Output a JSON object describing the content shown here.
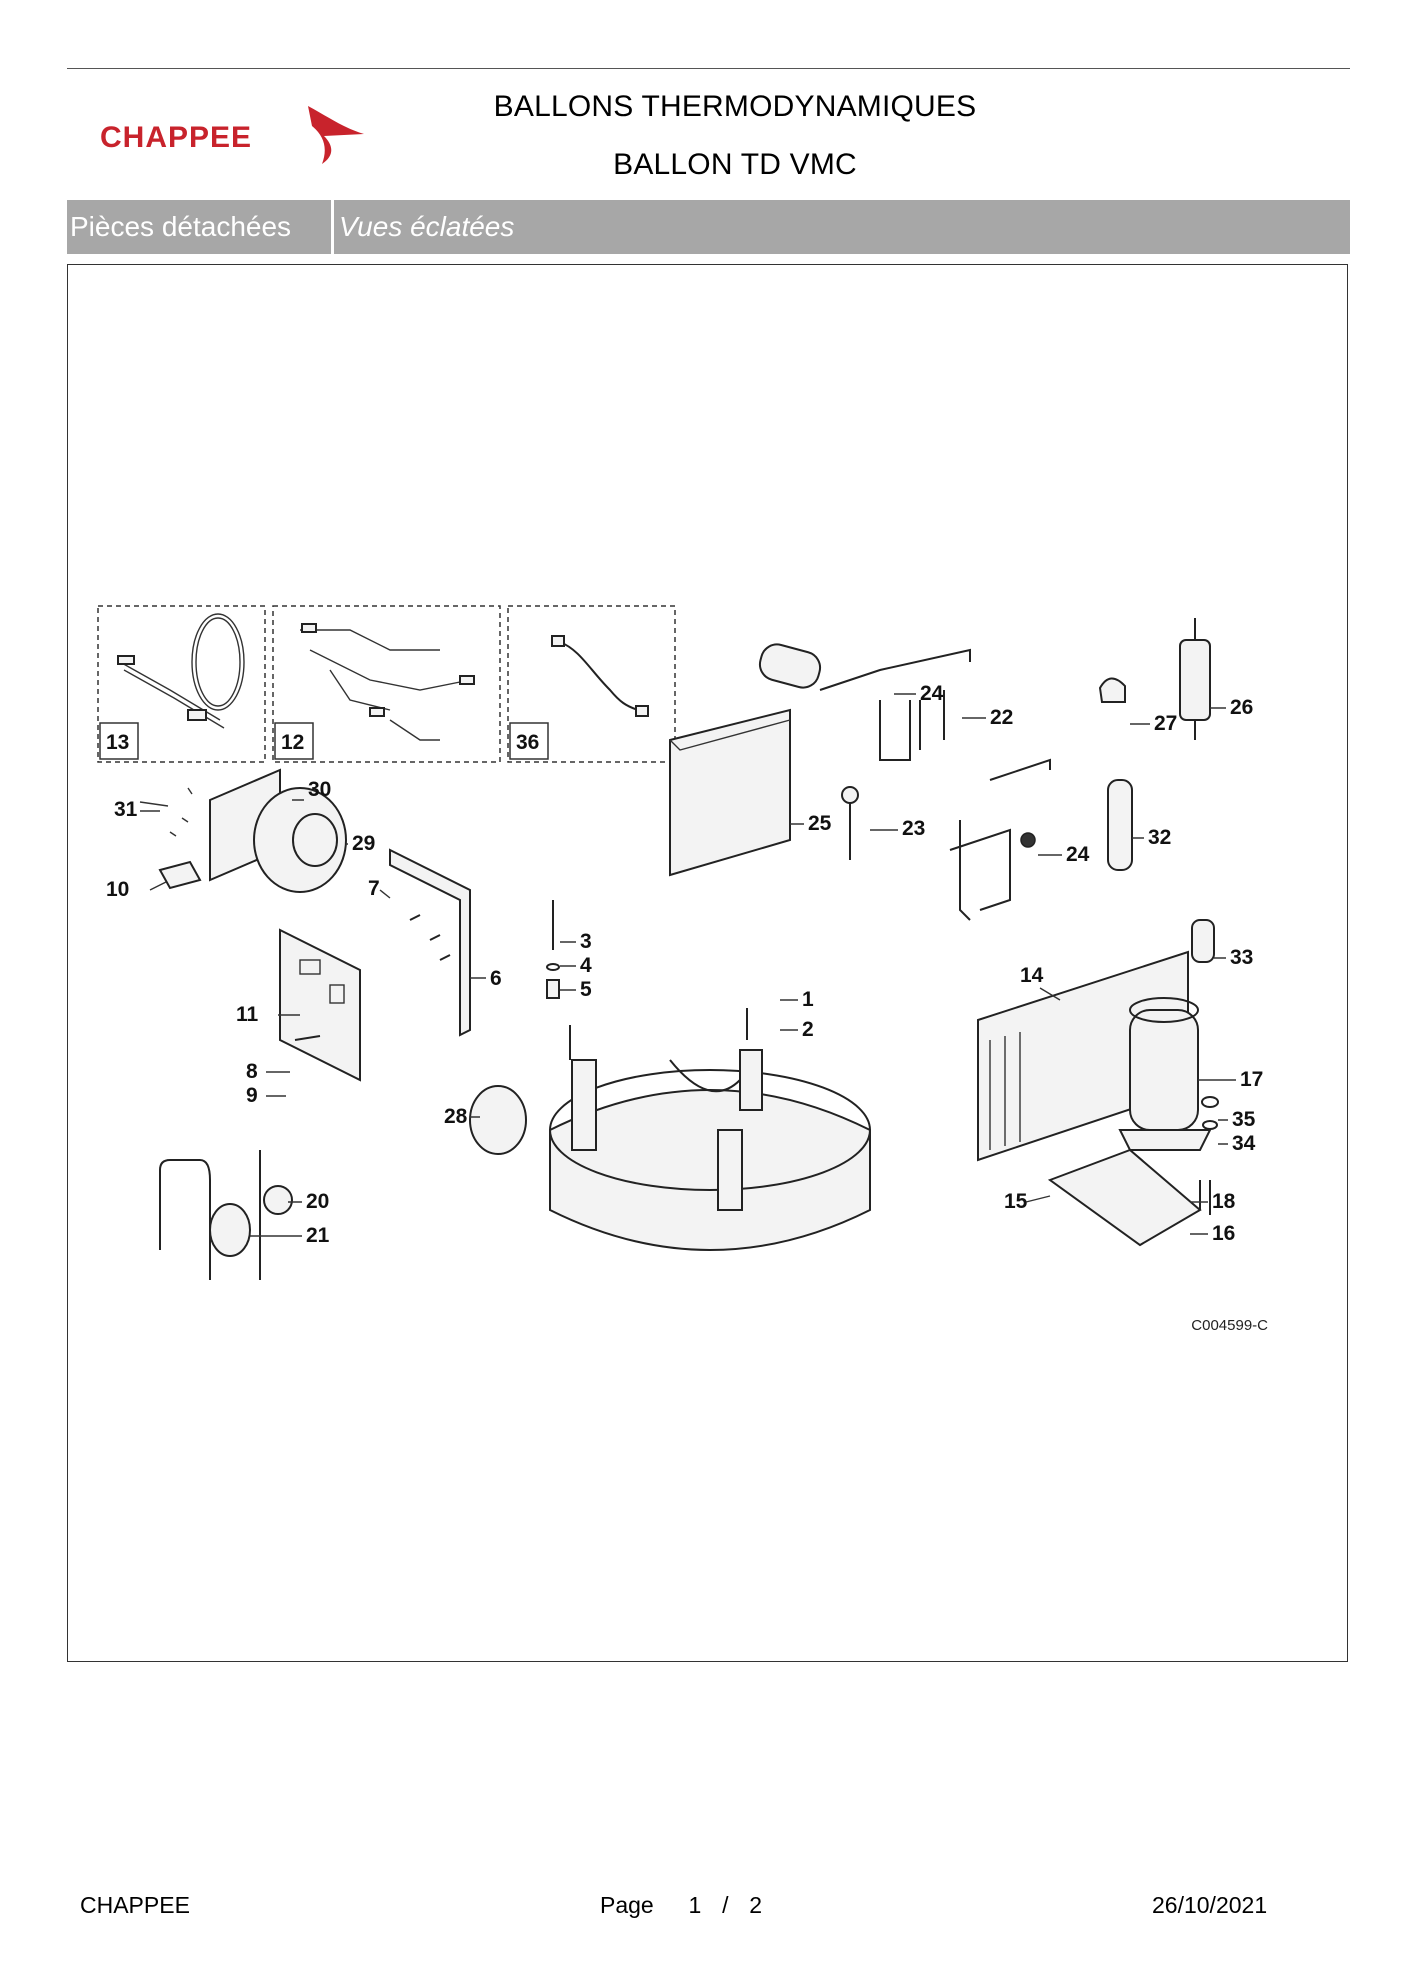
{
  "header": {
    "brand": "CHAPPEE",
    "title_line1": "BALLONS THERMODYNAMIQUES",
    "title_line2": "BALLON TD VMC"
  },
  "nav_bar": {
    "left": "Pièces détachées",
    "right": "Vues éclatées"
  },
  "diagram": {
    "reference": "C004599-C",
    "boxed_items": [
      "13",
      "12",
      "36"
    ],
    "callouts": [
      "1",
      "2",
      "3",
      "4",
      "5",
      "6",
      "7",
      "8",
      "9",
      "10",
      "11",
      "14",
      "15",
      "16",
      "17",
      "18",
      "20",
      "21",
      "22",
      "23",
      "24",
      "24",
      "25",
      "26",
      "27",
      "28",
      "29",
      "30",
      "31",
      "32",
      "33",
      "34",
      "35"
    ]
  },
  "footer": {
    "left": "CHAPPEE",
    "page_label": "Page",
    "page_current": "1",
    "page_sep": "/",
    "page_total": "2",
    "date": "26/10/2021"
  },
  "colors": {
    "brand_red": "#c8232c",
    "bar_gray": "#a7a7a7"
  }
}
